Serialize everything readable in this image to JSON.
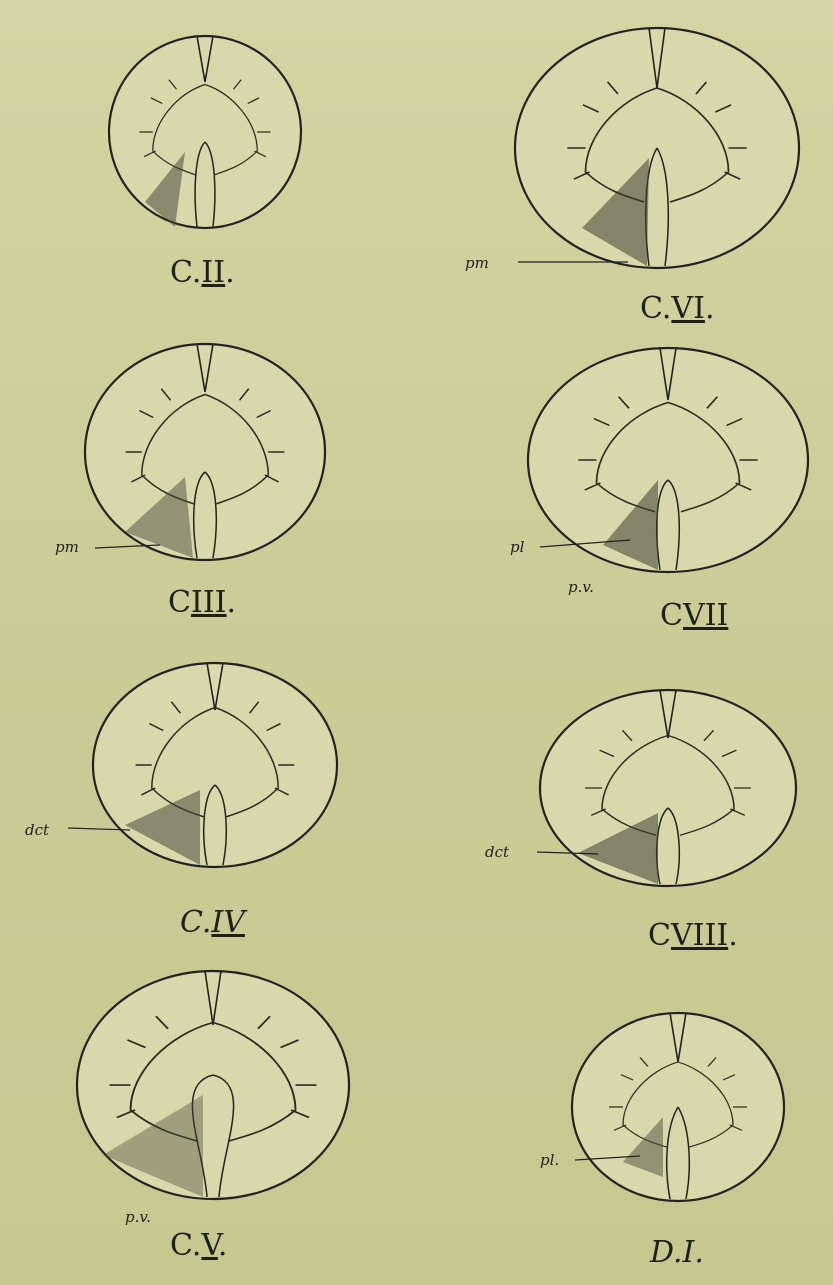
{
  "plate": {
    "colors": {
      "paper": "#cfcf9a",
      "ink": "#1f1f1a",
      "shade": "#5a5a4a"
    },
    "sections": [
      {
        "id": "c2",
        "label_prefix": "C.",
        "label_numeral": "II",
        "label_suffix": "."
      },
      {
        "id": "c6",
        "label_prefix": "C.",
        "label_numeral": "VI",
        "label_suffix": "."
      },
      {
        "id": "c3",
        "label_prefix": "C",
        "label_numeral": "III",
        "label_suffix": "."
      },
      {
        "id": "c7",
        "label_prefix": "C",
        "label_numeral": "VII",
        "label_suffix": ""
      },
      {
        "id": "c4",
        "label_prefix": "C.",
        "label_numeral": "IV",
        "label_suffix": ""
      },
      {
        "id": "c8",
        "label_prefix": "C",
        "label_numeral": "VIII",
        "label_suffix": "."
      },
      {
        "id": "c5",
        "label_prefix": "C.",
        "label_numeral": "V",
        "label_suffix": "."
      },
      {
        "id": "d1",
        "label_prefix": "D.",
        "label_numeral": "I",
        "label_suffix": "."
      }
    ],
    "annotations": {
      "c6_pm": "pm",
      "c3_pm": "pm",
      "c7_pl": "pl",
      "c7_pv": "p.v.",
      "c4_dct": "dct",
      "c8_dct": "dct",
      "c5_pv": "p.v.",
      "d1_pl": "pl."
    }
  }
}
